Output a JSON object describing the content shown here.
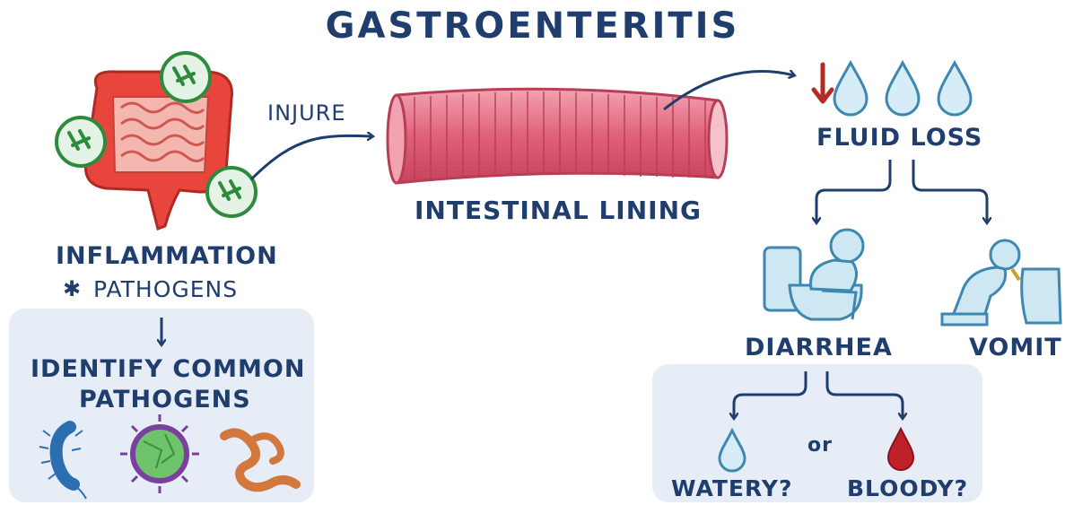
{
  "title": "GASTROENTERITIS",
  "labels": {
    "injure": "INJURE",
    "intestinal_lining": "INTESTINAL LINING",
    "inflammation": "INFLAMMATION",
    "pathogens": "PATHOGENS",
    "identify_line1": "IDENTIFY COMMON",
    "identify_line2": "PATHOGENS",
    "fluid_loss": "FLUID LOSS",
    "diarrhea": "DIARRHEA",
    "vomit": "VOMIT",
    "or": "or",
    "watery": "WATERY?",
    "bloody": "BLOODY?"
  },
  "icons": [
    "intestines-icon",
    "pathogen-badge-icon",
    "intestinal-lining-icon",
    "down-arrow-icon",
    "water-drop-icon",
    "blood-drop-icon",
    "toilet-person-icon",
    "vomit-person-icon",
    "bacterium-icon",
    "virus-icon",
    "worm-icon"
  ],
  "colors": {
    "text": "#1f3e6e",
    "panel": "#e6edf7",
    "intestine": "#e8463c",
    "lining": "#e8788e",
    "badge": "#2e8b3d",
    "drop": "#bfe1f2",
    "blood": "#c0202a",
    "down_arrow": "#b52a24"
  }
}
